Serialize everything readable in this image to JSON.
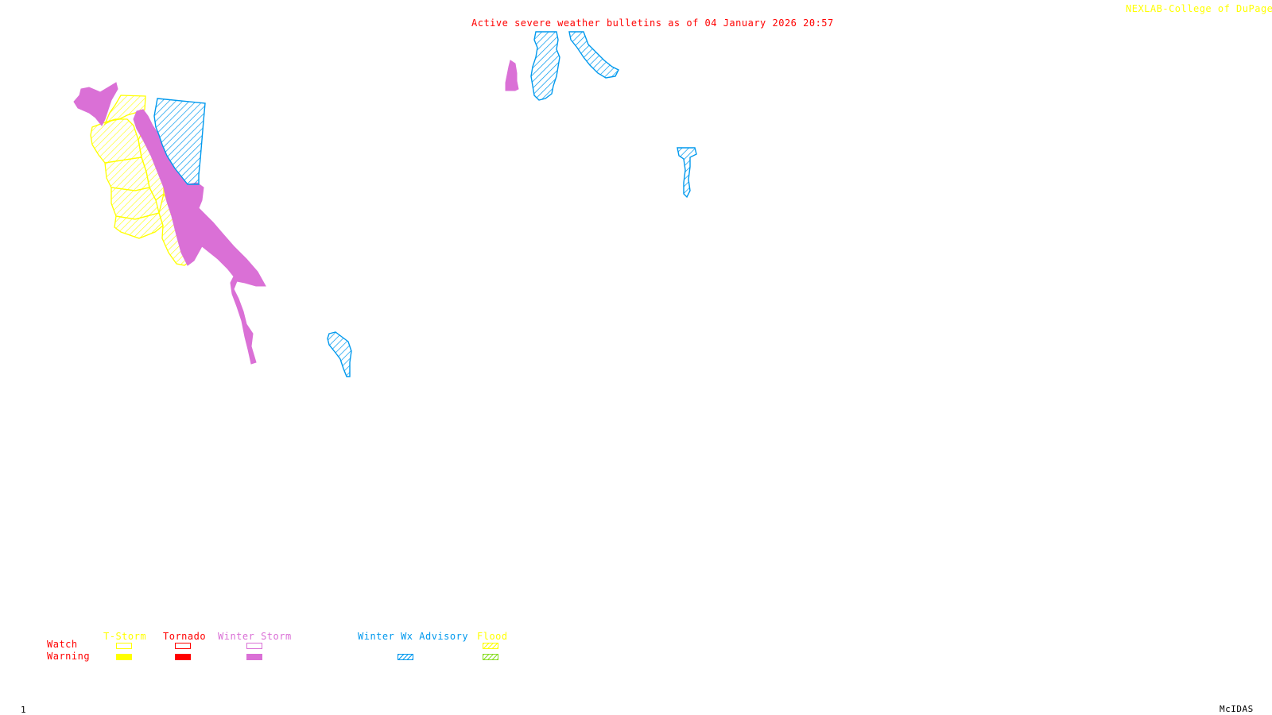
{
  "header": {
    "title": "Active severe weather bulletins as of 04 January 2026 20:57",
    "credit": "NEXLAB-College of DuPage R"
  },
  "footer": {
    "frame_number": "1",
    "software": "McIDAS"
  },
  "colors": {
    "title": "#ff0000",
    "credit": "#ffff00",
    "tstorm": "#ffff00",
    "tornado": "#ff0000",
    "winter_storm": "#da70d6",
    "winter_wx_advisory": "#0099ee",
    "flood_watch": "#ffff00",
    "flood_warning": "#88dd22"
  },
  "legend": {
    "rows": {
      "watch": "Watch",
      "warning": "Warning"
    },
    "columns": [
      {
        "key": "tstorm",
        "label": "T-Storm",
        "watch": "outline",
        "warning": "solid"
      },
      {
        "key": "tornado",
        "label": "Tornado",
        "watch": "outline",
        "warning": "solid"
      },
      {
        "key": "winter_storm",
        "label": "Winter Storm",
        "watch": "outline",
        "warning": "solid"
      },
      {
        "key": "winter_wx_advisory",
        "label": "Winter Wx Advisory",
        "watch": null,
        "warning": "hatched"
      },
      {
        "key": "flood",
        "label": "Flood",
        "watch": "hatched",
        "warning": "hatched"
      }
    ]
  },
  "alerts": [
    {
      "id": "winter-storm-warning-west",
      "type": "Winter Storm Warning",
      "style": "solid"
    },
    {
      "id": "tstorm-flood-watch-west",
      "type": "Flood Watch",
      "style": "hatched"
    },
    {
      "id": "winter-wx-advisory-west",
      "type": "Winter Wx Advisory",
      "style": "hatched"
    },
    {
      "id": "winter-storm-warning-north",
      "type": "Winter Storm Warning",
      "style": "solid"
    },
    {
      "id": "winter-wx-advisory-north-a",
      "type": "Winter Wx Advisory",
      "style": "hatched"
    },
    {
      "id": "winter-wx-advisory-north-b",
      "type": "Winter Wx Advisory",
      "style": "hatched"
    },
    {
      "id": "winter-wx-advisory-central",
      "type": "Winter Wx Advisory",
      "style": "hatched"
    },
    {
      "id": "winter-wx-advisory-south",
      "type": "Winter Wx Advisory",
      "style": "hatched"
    }
  ]
}
